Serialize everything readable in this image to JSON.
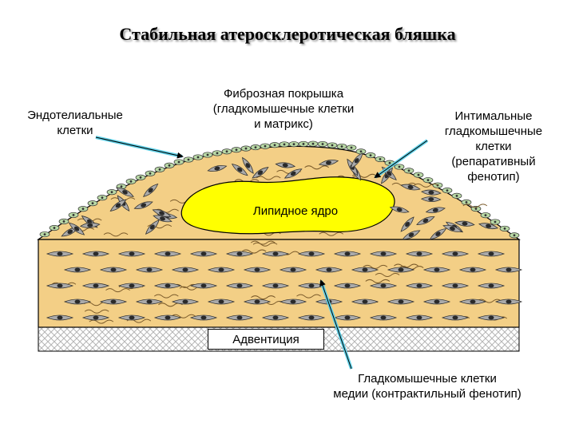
{
  "title": "Стабильная атеросклеротическая бляшка",
  "labels": {
    "endothelial": "Эндотелиальные\nклетки",
    "fibrous_cap": "Фиброзная покрышка\n(гладкомышечные клетки\nи матрикс)",
    "intimal_smc": "Интимальные\nгладкомышечные\nклетки\n(репаративный\nфенотип)",
    "lipid_core": "Липидное ядро",
    "adventitia": "Адвентиция",
    "media_smc": "Гладкомышечные клетки\nмедии (контрактильный фенотип)"
  },
  "colors": {
    "tissue": "#f3cf86",
    "lipid": "#ffff00",
    "cell_fill": "#aaaaaa",
    "nucleus": "#2a2a2a",
    "endothelium": "#b9d9a6",
    "arrow": "#5fd1e8",
    "adventitia_hatch": "#c9c9c9"
  }
}
